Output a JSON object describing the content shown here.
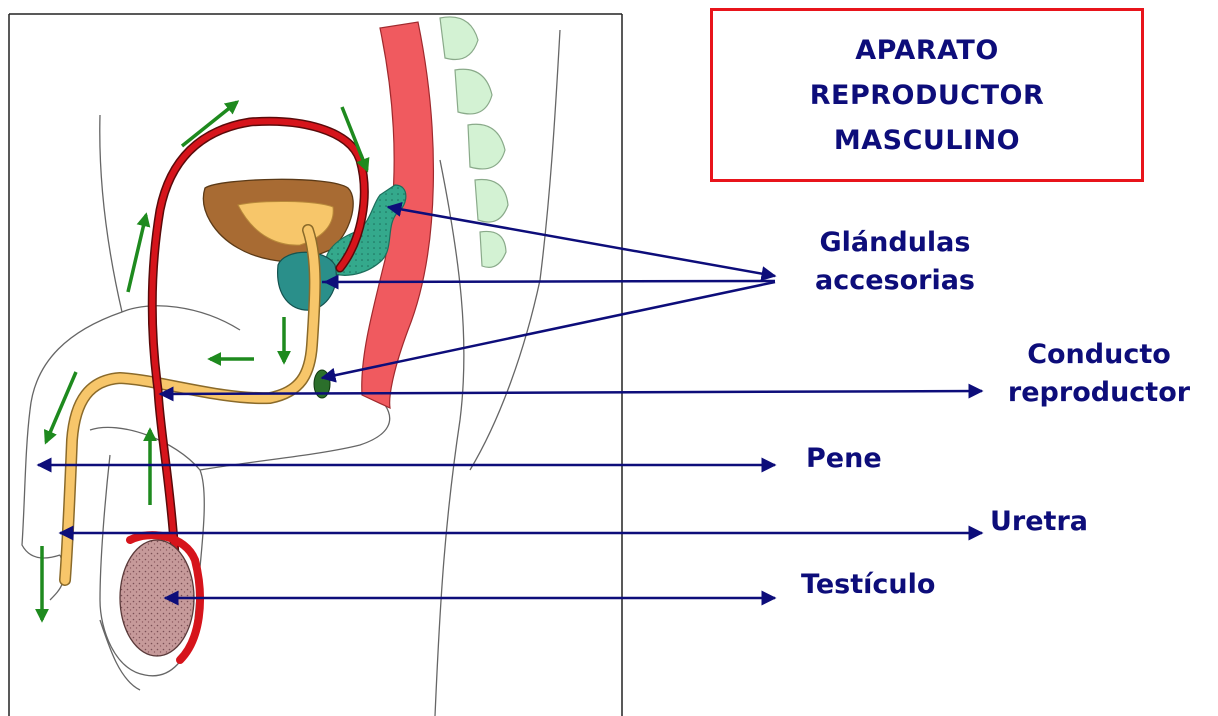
{
  "title": {
    "lines": [
      "APARATO",
      "REPRODUCTOR",
      "MASCULINO"
    ]
  },
  "labels": {
    "glandulas": [
      "Glándulas",
      "accesorias"
    ],
    "conducto": [
      "Conducto",
      "reproductor"
    ],
    "pene": "Pene",
    "uretra": "Uretra",
    "testiculo": "Testículo"
  },
  "colors": {
    "label_text": "#0d0d7a",
    "pointer_arrow": "#0d0d7a",
    "flow_arrow": "#1e8a1e",
    "title_border": "#e8141b",
    "vas_deferens": "#d6141b",
    "urethra": "#f7c66a",
    "bladder": "#a86b33",
    "seminal_vesicle": "#2fa58a",
    "prostate": "#2a8f8a",
    "testicle": "#b98a8a",
    "rectum": "#f05a5f",
    "vertebrae": "#d3f2d3"
  },
  "icons": {
    "flow": "green-arrow-icon",
    "pointer": "navy-double-arrow-icon"
  }
}
